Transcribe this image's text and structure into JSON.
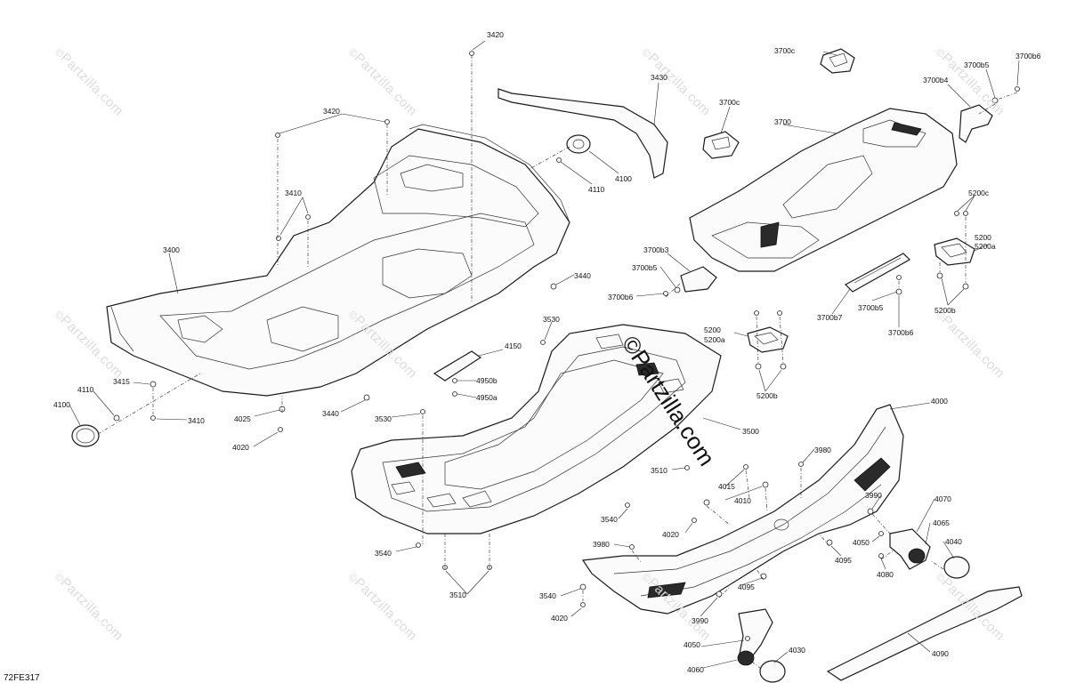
{
  "diagram_code": "72FE317",
  "main_watermark": "©Partzilla.com",
  "background_watermark": "Partzilla.com",
  "callouts": [
    {
      "id": "3420a",
      "text": "3420"
    },
    {
      "id": "3430",
      "text": "3430"
    },
    {
      "id": "3700c_top",
      "text": "3700c"
    },
    {
      "id": "3700b5_top",
      "text": "3700b5"
    },
    {
      "id": "3700b6_top",
      "text": "3700b6"
    },
    {
      "id": "3700b4",
      "text": "3700b4"
    },
    {
      "id": "3420b",
      "text": "3420"
    },
    {
      "id": "3700c_mid",
      "text": "3700c"
    },
    {
      "id": "3700",
      "text": "3700"
    },
    {
      "id": "4100_top",
      "text": "4100"
    },
    {
      "id": "4110_top",
      "text": "4110"
    },
    {
      "id": "3410_top",
      "text": "3410"
    },
    {
      "id": "5200c",
      "text": "5200c"
    },
    {
      "id": "5200_top",
      "text": "5200"
    },
    {
      "id": "5200a_top",
      "text": "5200a"
    },
    {
      "id": "3400",
      "text": "3400"
    },
    {
      "id": "3700b3",
      "text": "3700b3"
    },
    {
      "id": "3700b5_mid",
      "text": "3700b5"
    },
    {
      "id": "3440_top",
      "text": "3440"
    },
    {
      "id": "3700b6_mid",
      "text": "3700b6"
    },
    {
      "id": "3700b7",
      "text": "3700b7"
    },
    {
      "id": "3700b5_low",
      "text": "3700b5"
    },
    {
      "id": "5200b_right",
      "text": "5200b"
    },
    {
      "id": "3530_top",
      "text": "3530"
    },
    {
      "id": "3700b6_low",
      "text": "3700b6"
    },
    {
      "id": "5200_mid",
      "text": "5200"
    },
    {
      "id": "5200a_mid",
      "text": "5200a"
    },
    {
      "id": "4150",
      "text": "4150"
    },
    {
      "id": "3415",
      "text": "3415"
    },
    {
      "id": "4950b",
      "text": "4950b"
    },
    {
      "id": "4110_left",
      "text": "4110"
    },
    {
      "id": "4950a",
      "text": "4950a"
    },
    {
      "id": "5200b_mid",
      "text": "5200b"
    },
    {
      "id": "4100_left",
      "text": "4100"
    },
    {
      "id": "4025",
      "text": "4025"
    },
    {
      "id": "3440_low",
      "text": "3440"
    },
    {
      "id": "3410_low",
      "text": "3410"
    },
    {
      "id": "3530_low",
      "text": "3530"
    },
    {
      "id": "4000",
      "text": "4000"
    },
    {
      "id": "3500",
      "text": "3500"
    },
    {
      "id": "4020_left",
      "text": "4020"
    },
    {
      "id": "3980_top",
      "text": "3980"
    },
    {
      "id": "3510_top",
      "text": "3510"
    },
    {
      "id": "4015",
      "text": "4015"
    },
    {
      "id": "4010",
      "text": "4010"
    },
    {
      "id": "3990_top",
      "text": "3990"
    },
    {
      "id": "4070",
      "text": "4070"
    },
    {
      "id": "3540_mid",
      "text": "3540"
    },
    {
      "id": "4065",
      "text": "4065"
    },
    {
      "id": "4020_mid",
      "text": "4020"
    },
    {
      "id": "4050_right",
      "text": "4050"
    },
    {
      "id": "4040",
      "text": "4040"
    },
    {
      "id": "3980_low",
      "text": "3980"
    },
    {
      "id": "4095_right",
      "text": "4095"
    },
    {
      "id": "3540_left",
      "text": "3540"
    },
    {
      "id": "4080",
      "text": "4080"
    },
    {
      "id": "4095_low",
      "text": "4095"
    },
    {
      "id": "3510_low",
      "text": "3510"
    },
    {
      "id": "3540_low",
      "text": "3540"
    },
    {
      "id": "3990_low",
      "text": "3990"
    },
    {
      "id": "4020_low",
      "text": "4020"
    },
    {
      "id": "4050_low",
      "text": "4050"
    },
    {
      "id": "4030",
      "text": "4030"
    },
    {
      "id": "4090",
      "text": "4090"
    },
    {
      "id": "4060",
      "text": "4060"
    }
  ]
}
